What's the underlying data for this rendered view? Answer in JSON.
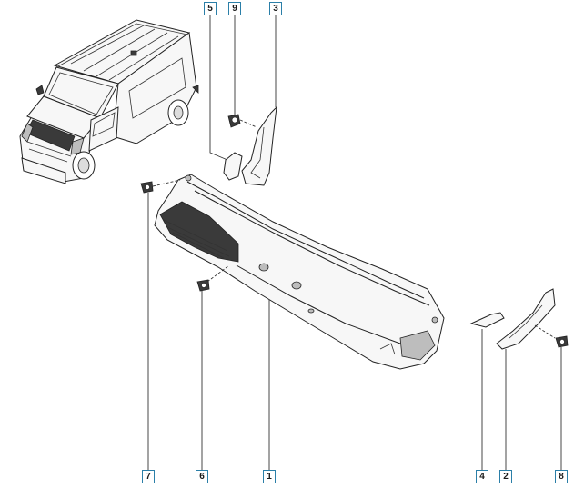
{
  "callouts": [
    {
      "id": "5",
      "label": "5"
    },
    {
      "id": "9",
      "label": "9"
    },
    {
      "id": "3",
      "label": "3"
    },
    {
      "id": "7",
      "label": "7"
    },
    {
      "id": "6",
      "label": "6"
    },
    {
      "id": "1",
      "label": "1"
    },
    {
      "id": "4",
      "label": "4"
    },
    {
      "id": "2",
      "label": "2"
    },
    {
      "id": "8",
      "label": "8"
    }
  ],
  "colors": {
    "callout_border": "#2b7fa8",
    "line_art": "#222222",
    "background": "#ffffff"
  }
}
